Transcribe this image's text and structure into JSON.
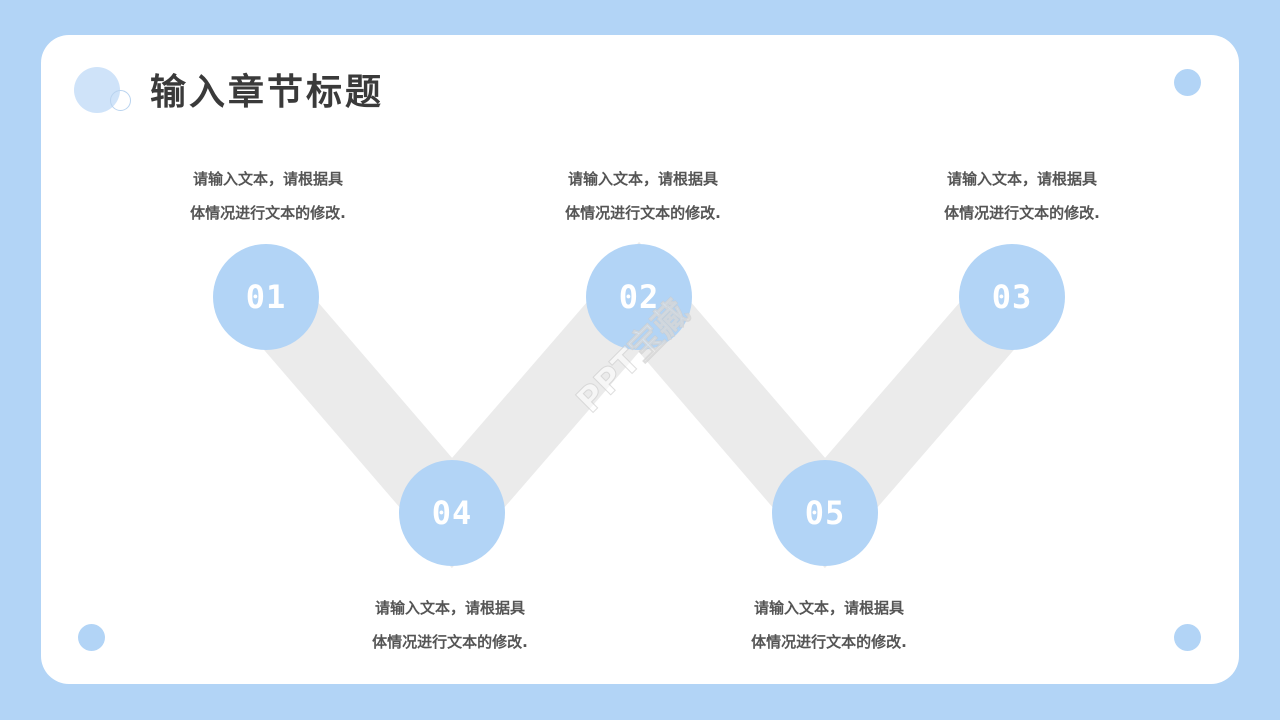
{
  "slide": {
    "title": "输入章节标题",
    "colors": {
      "background": "#b2d4f6",
      "card": "#ffffff",
      "accent": "#b2d4f6",
      "band": "#ebebeb",
      "text": "#555555",
      "title": "#3a3a3a"
    },
    "steps": [
      {
        "number": "01",
        "line1": "请输入文本，请根据具",
        "line2": "体情况进行文本的修改."
      },
      {
        "number": "02",
        "line1": "请输入文本，请根据具",
        "line2": "体情况进行文本的修改."
      },
      {
        "number": "03",
        "line1": "请输入文本，请根据具",
        "line2": "体情况进行文本的修改."
      },
      {
        "number": "04",
        "line1": "请输入文本，请根据具",
        "line2": "体情况进行文本的修改."
      },
      {
        "number": "05",
        "line1": "请输入文本，请根据具",
        "line2": "体情况进行文本的修改."
      }
    ],
    "watermark": "PPT宝藏"
  }
}
